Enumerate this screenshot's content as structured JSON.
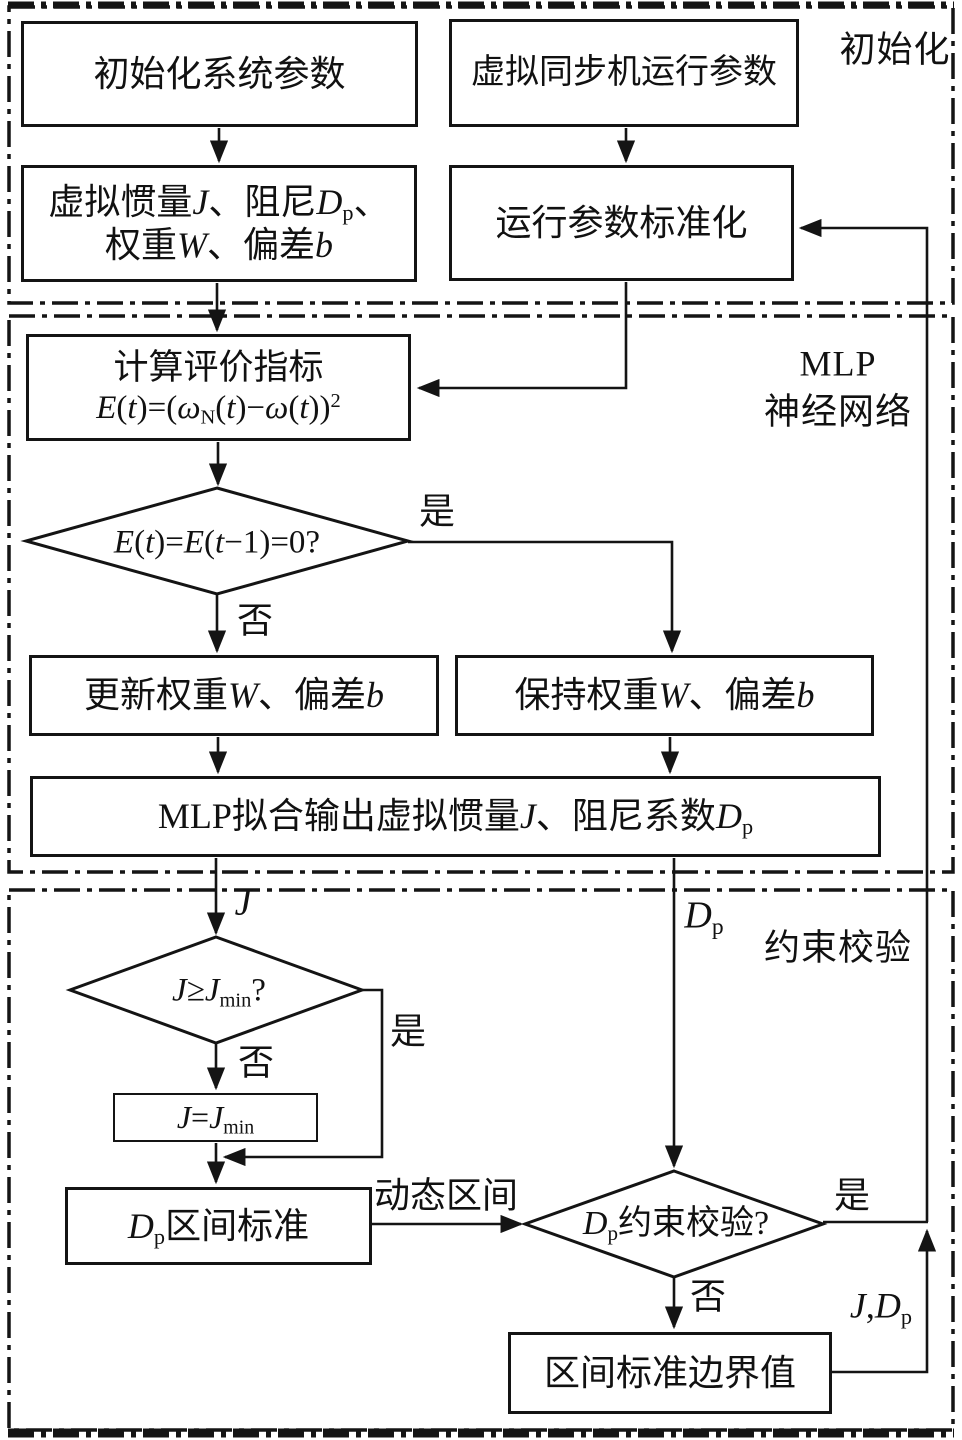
{
  "colors": {
    "stroke": "#141414",
    "background": "#ffffff",
    "text": "#111111"
  },
  "sections": {
    "init": {
      "label": "初始化"
    },
    "mlp": {
      "label_line1": "MLP",
      "label_line2": "神经网络"
    },
    "constraint": {
      "label": "约束校验"
    }
  },
  "nodes": {
    "init_system_params": {
      "text": "初始化系统参数"
    },
    "vsg_run_params": {
      "text": "虚拟同步机运行参数"
    },
    "init_values": {
      "line1": [
        {
          "t": "虚拟惯量"
        },
        {
          "t": "J",
          "i": 1
        },
        {
          "t": "、"
        },
        {
          "t": "阻尼"
        },
        {
          "t": "D",
          "i": 1
        },
        {
          "t": "p",
          "sub": 1
        },
        {
          "t": "、"
        }
      ],
      "line2": [
        {
          "t": "权重"
        },
        {
          "t": "W",
          "i": 1
        },
        {
          "t": "、"
        },
        {
          "t": "偏差"
        },
        {
          "t": "b",
          "i": 1
        }
      ]
    },
    "normalize": {
      "text": "运行参数标准化"
    },
    "eval_index": {
      "line1": "计算评价指标",
      "line2": [
        {
          "t": "E",
          "i": 1
        },
        {
          "t": "("
        },
        {
          "t": "t",
          "i": 1
        },
        {
          "t": ")=("
        },
        {
          "t": "ω",
          "i": 1
        },
        {
          "t": "N",
          "sub": 1
        },
        {
          "t": "("
        },
        {
          "t": "t",
          "i": 1
        },
        {
          "t": ")−"
        },
        {
          "t": "ω",
          "i": 1
        },
        {
          "t": "("
        },
        {
          "t": "t",
          "i": 1
        },
        {
          "t": "))"
        },
        {
          "t": "2",
          "sup": 1
        }
      ]
    },
    "error_check": {
      "formula": [
        {
          "t": "E",
          "i": 1
        },
        {
          "t": "("
        },
        {
          "t": "t",
          "i": 1
        },
        {
          "t": ")="
        },
        {
          "t": "E",
          "i": 1
        },
        {
          "t": "("
        },
        {
          "t": "t",
          "i": 1
        },
        {
          "t": "−1)=0?"
        }
      ]
    },
    "update_weights": {
      "rich": [
        {
          "t": "更新权重"
        },
        {
          "t": "W",
          "i": 1
        },
        {
          "t": "、"
        },
        {
          "t": "偏差"
        },
        {
          "t": "b",
          "i": 1
        }
      ]
    },
    "keep_weights": {
      "rich": [
        {
          "t": "保持权重"
        },
        {
          "t": "W",
          "i": 1
        },
        {
          "t": "、"
        },
        {
          "t": "偏差"
        },
        {
          "t": "b",
          "i": 1
        }
      ]
    },
    "mlp_output": {
      "rich": [
        {
          "t": "MLP拟合输出虚拟惯量"
        },
        {
          "t": "J",
          "i": 1
        },
        {
          "t": "、"
        },
        {
          "t": "阻尼系数"
        },
        {
          "t": "D",
          "i": 1
        },
        {
          "t": "p",
          "sub": 1
        }
      ]
    },
    "j_check": {
      "rich": [
        {
          "t": "J",
          "i": 1
        },
        {
          "t": "≥"
        },
        {
          "t": "J",
          "i": 1
        },
        {
          "t": "min",
          "sub": 1
        },
        {
          "t": "?"
        }
      ]
    },
    "j_assign": {
      "rich": [
        {
          "t": "J",
          "i": 1
        },
        {
          "t": "="
        },
        {
          "t": "J",
          "i": 1
        },
        {
          "t": "min",
          "sub": 1
        }
      ]
    },
    "dp_interval": {
      "rich": [
        {
          "t": "D",
          "i": 1
        },
        {
          "t": "p",
          "sub": 1
        },
        {
          "t": "区间标准"
        }
      ]
    },
    "dp_check": {
      "rich": [
        {
          "t": "D",
          "i": 1
        },
        {
          "t": "p",
          "sub": 1
        },
        {
          "t": "约束校验?"
        }
      ]
    },
    "boundary": {
      "text": "区间标准边界值"
    }
  },
  "edge_labels": {
    "yes": "是",
    "no": "否",
    "dynamic_interval": "动态区间",
    "j": [
      {
        "t": "J",
        "i": 1
      }
    ],
    "dp": [
      {
        "t": "D",
        "i": 1
      },
      {
        "t": "p",
        "sub": 1
      }
    ],
    "jdp": [
      {
        "t": "J",
        "i": 1
      },
      {
        "t": ","
      },
      {
        "t": "D",
        "i": 1
      },
      {
        "t": "p",
        "sub": 1
      }
    ]
  }
}
